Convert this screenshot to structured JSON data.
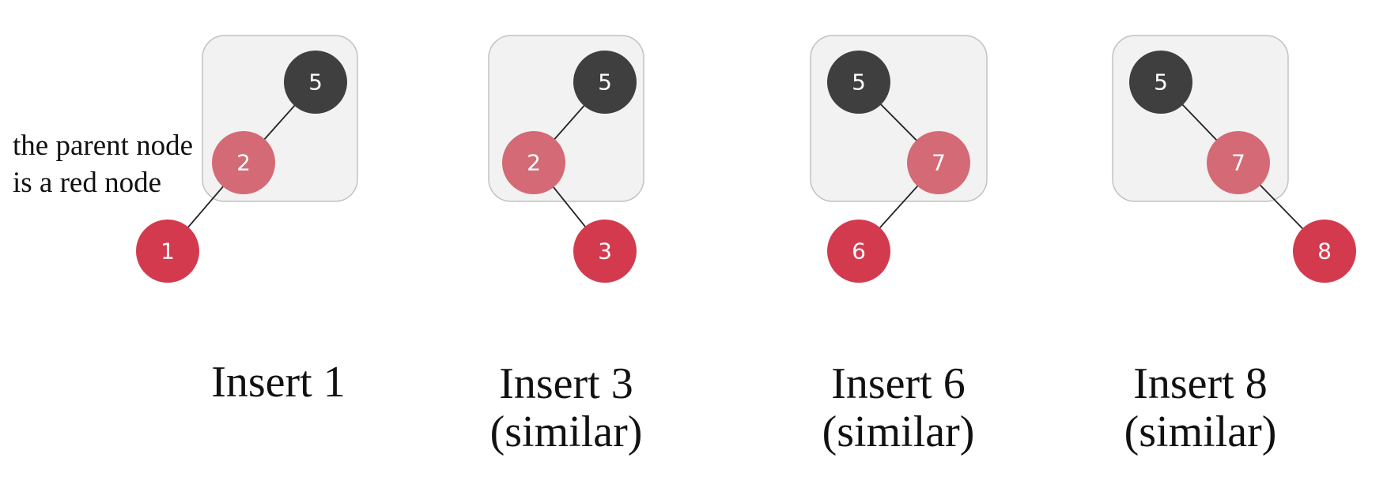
{
  "colors": {
    "black_node": "#3f3f3f",
    "red_node": "#d43a4e",
    "parent_red_node": "#d46a76",
    "box_fill": "#f2f2f2",
    "box_stroke": "#c2c2c2",
    "edge": "#222222"
  },
  "note": {
    "line1": "the parent node",
    "line2": "is a red node"
  },
  "panels": [
    {
      "caption_line1": "Insert 1",
      "caption_line2": "",
      "nodes": [
        {
          "label": "5",
          "color": "black"
        },
        {
          "label": "2",
          "color": "parent_red"
        },
        {
          "label": "1",
          "color": "red"
        }
      ]
    },
    {
      "caption_line1": "Insert 3",
      "caption_line2": "(similar)",
      "nodes": [
        {
          "label": "5",
          "color": "black"
        },
        {
          "label": "2",
          "color": "parent_red"
        },
        {
          "label": "3",
          "color": "red"
        }
      ]
    },
    {
      "caption_line1": "Insert 6",
      "caption_line2": "(similar)",
      "nodes": [
        {
          "label": "5",
          "color": "black"
        },
        {
          "label": "7",
          "color": "parent_red"
        },
        {
          "label": "6",
          "color": "red"
        }
      ]
    },
    {
      "caption_line1": "Insert 8",
      "caption_line2": "(similar)",
      "nodes": [
        {
          "label": "5",
          "color": "black"
        },
        {
          "label": "7",
          "color": "parent_red"
        },
        {
          "label": "8",
          "color": "red"
        }
      ]
    }
  ]
}
